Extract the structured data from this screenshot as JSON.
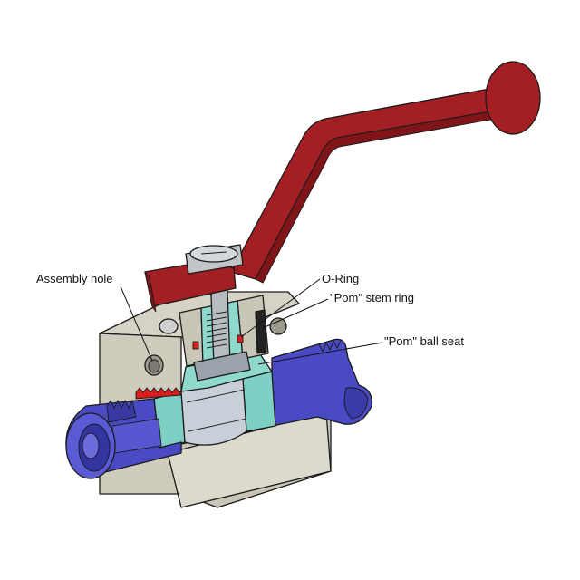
{
  "labels": {
    "assembly_hole": "Assembly hole",
    "o_ring": "O-Ring",
    "stem_ring": "\"Pom\" stem ring",
    "ball_seat": "\"Pom\" ball seat"
  },
  "colors": {
    "handle": "#a31f24",
    "body": "#d6d3c6",
    "pipe": "#4a4ac4",
    "ball": "#c8cfd9",
    "seal": "#7fd0c4",
    "o_ring": "#d81e1e",
    "stem": "#b7bcc1"
  }
}
